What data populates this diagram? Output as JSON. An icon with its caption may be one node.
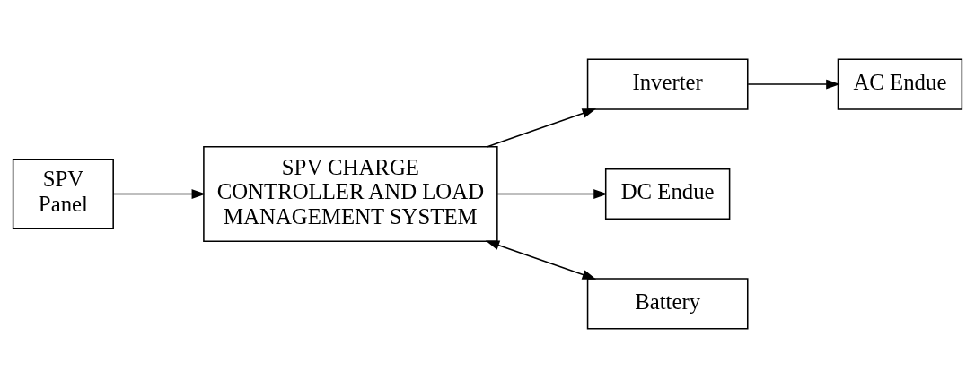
{
  "diagram": {
    "nodes": [
      {
        "text": [
          "SPV Panel"
        ]
      },
      {
        "text": [
          "SPV CHARGE CONTROLLER AND LOAD MANAGEMENT SYSTEM"
        ]
      },
      {
        "text": [
          "Inverter"
        ]
      },
      {
        "text": [
          "AC Endue"
        ]
      },
      {
        "text": [
          "DC Endue"
        ]
      },
      {
        "text": [
          "Battery"
        ]
      }
    ],
    "edges": [
      {
        "from": 0,
        "to": 1,
        "arrow": "to"
      },
      {
        "from": 1,
        "to": 2,
        "arrow": "to"
      },
      {
        "from": 2,
        "to": 3,
        "arrow": "to"
      },
      {
        "from": 1,
        "to": 4,
        "arrow": "to"
      },
      {
        "from": 1,
        "to": 5,
        "arrow": "both"
      }
    ]
  }
}
